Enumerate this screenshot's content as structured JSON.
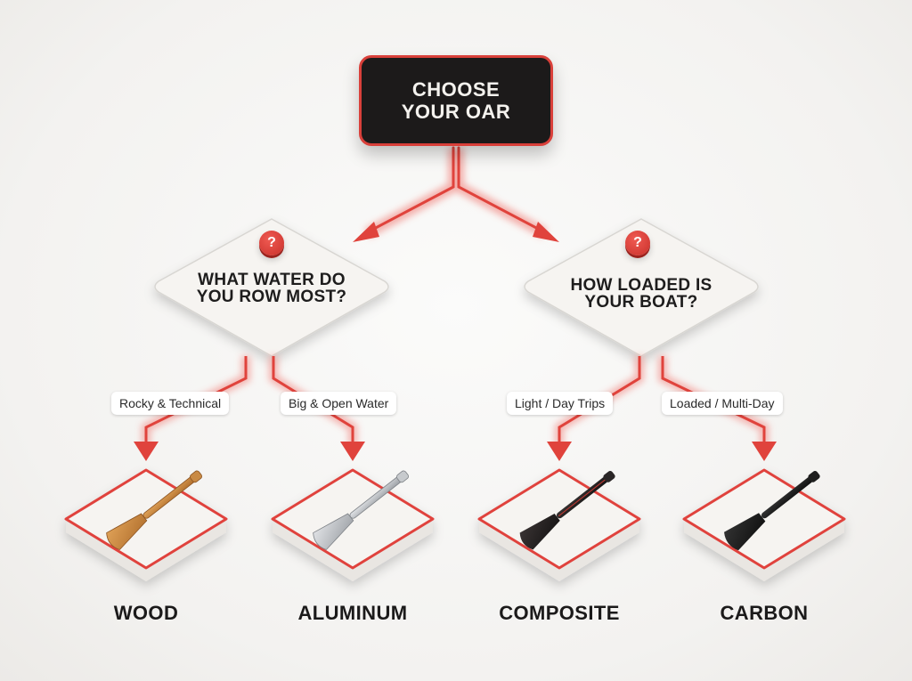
{
  "root": {
    "title": "CHOOSE YOUR OAR"
  },
  "questions": [
    {
      "text": "WHAT WATER DO YOU ROW MOST?",
      "badge": "?"
    },
    {
      "text": "HOW LOADED IS YOUR BOAT?",
      "badge": "?"
    }
  ],
  "branches": [
    {
      "label": "Rocky & Technical"
    },
    {
      "label": "Big & Open Water"
    },
    {
      "label": "Light / Day Trips"
    },
    {
      "label": "Loaded / Multi-Day"
    }
  ],
  "results": [
    {
      "label": "WOOD",
      "icon": "wood-oar-icon",
      "color": "#c98a44"
    },
    {
      "label": "ALUMINUM",
      "icon": "aluminum-oar-icon",
      "color": "#b9bcc0"
    },
    {
      "label": "COMPOSITE",
      "icon": "composite-oar-icon",
      "color": "#2a2626"
    },
    {
      "label": "CARBON",
      "icon": "carbon-oar-icon",
      "color": "#1e1e1e"
    }
  ],
  "colors": {
    "accent": "#e0433c",
    "dark": "#1c1a1a",
    "tile": "#f6f4f1"
  }
}
